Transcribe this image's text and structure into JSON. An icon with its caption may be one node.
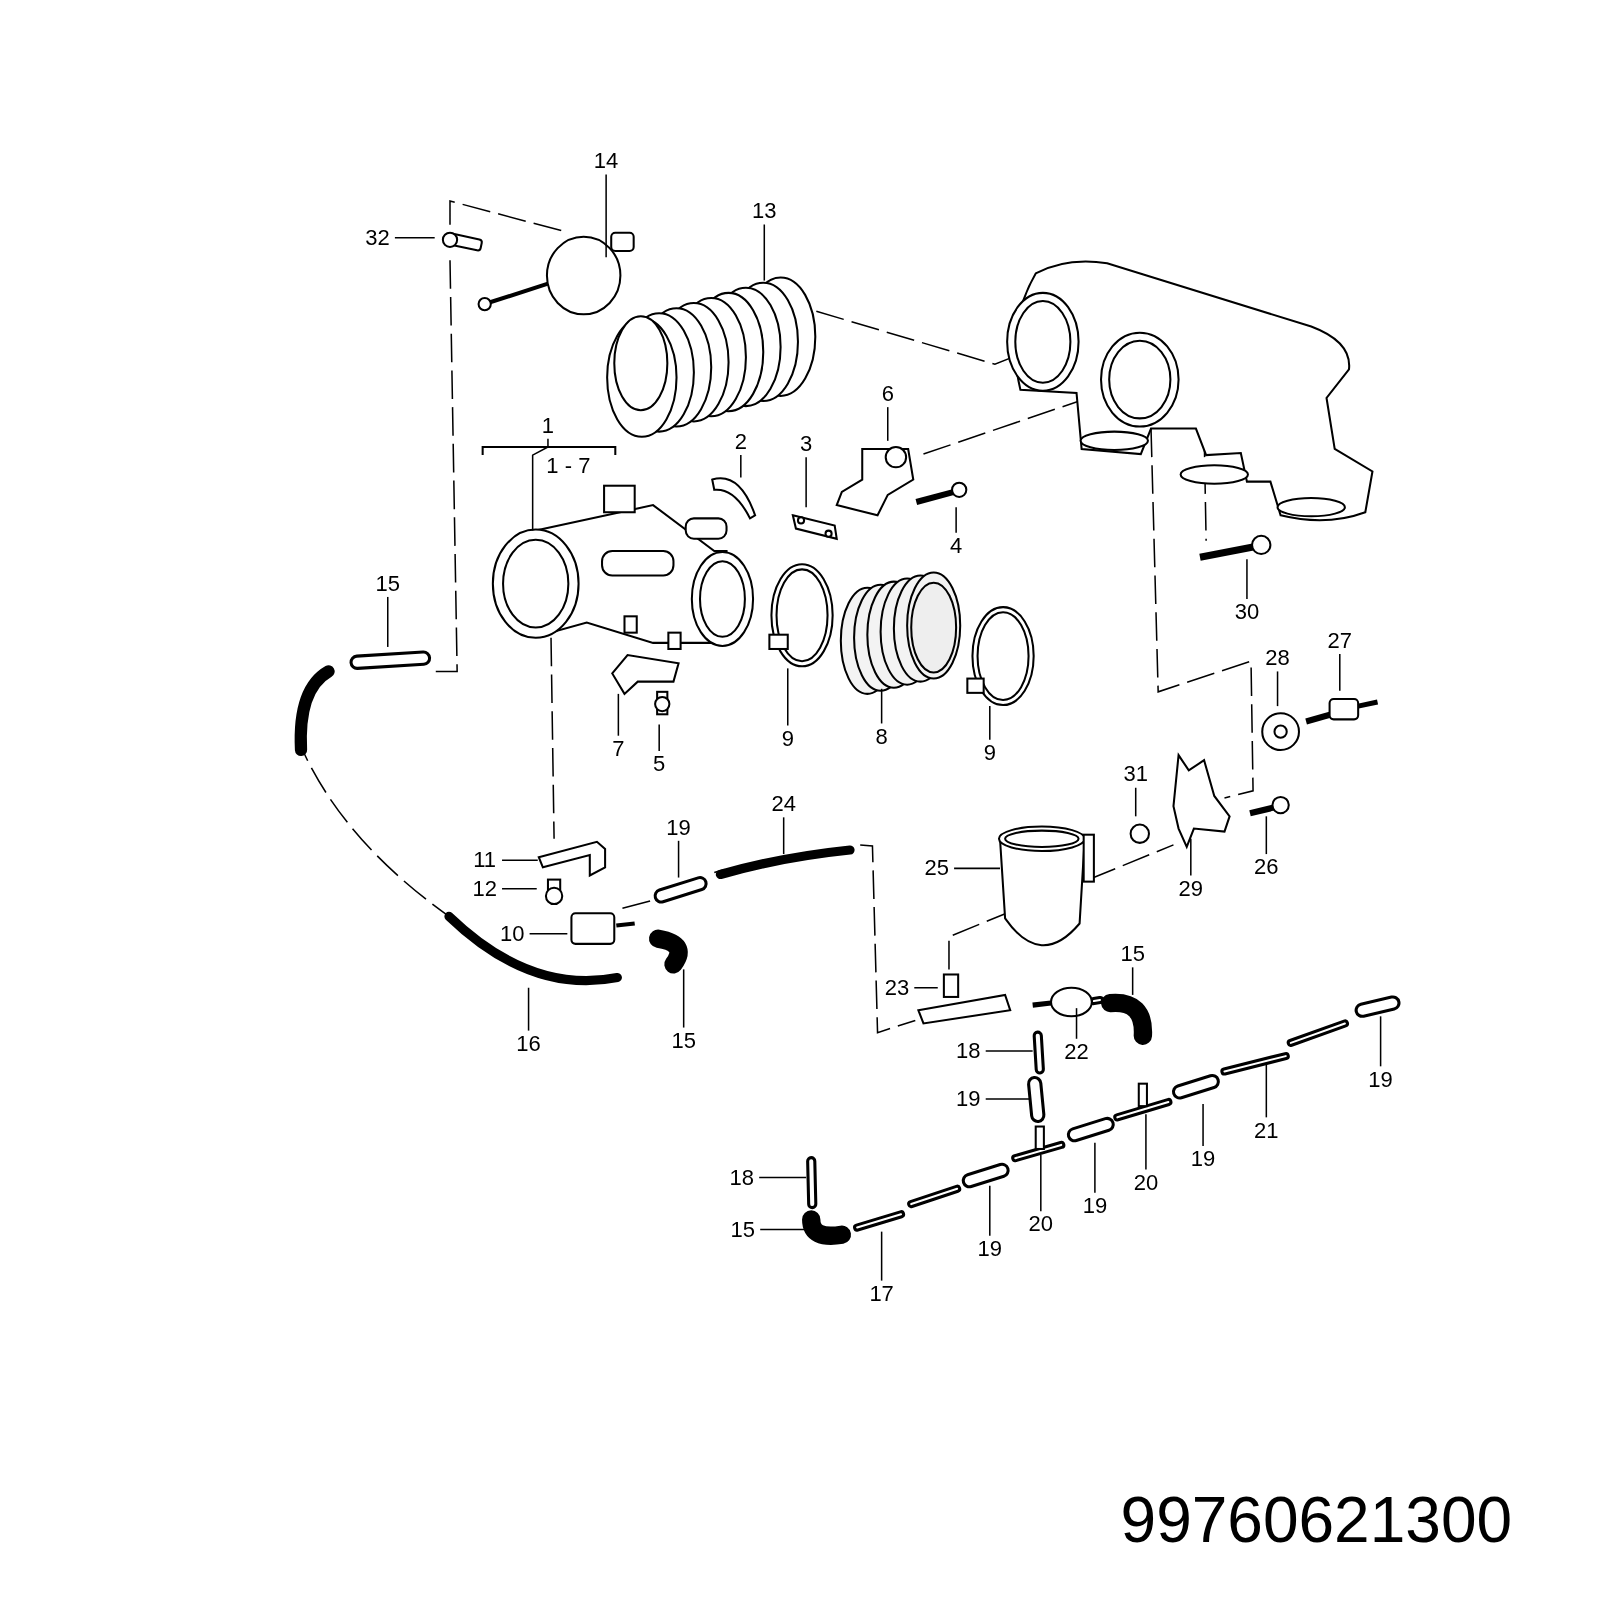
{
  "diagram": {
    "nodes": [
      {
        "text": [
          "14"
        ]
      },
      {
        "text": [
          "32"
        ]
      },
      {
        "text": [
          "13"
        ]
      },
      {
        "text": [
          "6"
        ]
      },
      {
        "text": [
          "1"
        ]
      },
      {
        "text": [
          "2"
        ]
      },
      {
        "text": [
          "3"
        ]
      },
      {
        "text": [
          "4"
        ]
      },
      {
        "text": [
          "15"
        ]
      },
      {
        "text": [
          "30"
        ]
      },
      {
        "text": [
          "27"
        ]
      },
      {
        "text": [
          "28"
        ]
      },
      {
        "text": [
          "9"
        ]
      },
      {
        "text": [
          "8"
        ]
      },
      {
        "text": [
          "9"
        ]
      },
      {
        "text": [
          "7"
        ]
      },
      {
        "text": [
          "5"
        ]
      },
      {
        "text": [
          "31"
        ]
      },
      {
        "text": [
          "24"
        ]
      },
      {
        "text": [
          "19"
        ]
      },
      {
        "text": [
          "11"
        ]
      },
      {
        "text": [
          "25"
        ]
      },
      {
        "text": [
          "26"
        ]
      },
      {
        "text": [
          "12"
        ]
      },
      {
        "text": [
          "29"
        ]
      },
      {
        "text": [
          "10"
        ]
      },
      {
        "text": [
          "15"
        ]
      },
      {
        "text": [
          "23"
        ]
      },
      {
        "text": [
          "16"
        ]
      },
      {
        "text": [
          "15"
        ]
      },
      {
        "text": [
          "18"
        ]
      },
      {
        "text": [
          "22"
        ]
      },
      {
        "text": [
          "19"
        ]
      },
      {
        "text": [
          "19"
        ]
      },
      {
        "text": [
          "21"
        ]
      },
      {
        "text": [
          "18"
        ]
      },
      {
        "text": [
          "20"
        ]
      },
      {
        "text": [
          "19"
        ]
      },
      {
        "text": [
          "15"
        ]
      },
      {
        "text": [
          "20"
        ]
      },
      {
        "text": [
          "19"
        ]
      },
      {
        "text": [
          "19"
        ]
      },
      {
        "text": [
          "17"
        ]
      }
    ],
    "edges": [
      {
        "from": 0,
        "to": null,
        "arrow": "none"
      },
      {
        "from": 1,
        "to": null,
        "arrow": "none"
      },
      {
        "from": 2,
        "to": null,
        "arrow": "none"
      },
      {
        "from": 3,
        "to": null,
        "arrow": "none"
      },
      {
        "from": 4,
        "to": null,
        "arrow": "none"
      },
      {
        "from": 5,
        "to": null,
        "arrow": "none"
      },
      {
        "from": 6,
        "to": null,
        "arrow": "none"
      },
      {
        "from": 7,
        "to": null,
        "arrow": "none"
      },
      {
        "from": 8,
        "to": null,
        "arrow": "none"
      },
      {
        "from": 9,
        "to": null,
        "arrow": "none"
      },
      {
        "from": 10,
        "to": null,
        "arrow": "none"
      },
      {
        "from": 11,
        "to": null,
        "arrow": "none"
      },
      {
        "from": 12,
        "to": null,
        "arrow": "none"
      },
      {
        "from": 13,
        "to": null,
        "arrow": "none"
      },
      {
        "from": 14,
        "to": null,
        "arrow": "none"
      },
      {
        "from": 15,
        "to": null,
        "arrow": "none"
      },
      {
        "from": 16,
        "to": null,
        "arrow": "none"
      },
      {
        "from": 17,
        "to": null,
        "arrow": "none"
      },
      {
        "from": 18,
        "to": null,
        "arrow": "none"
      },
      {
        "from": 19,
        "to": null,
        "arrow": "none"
      },
      {
        "from": 20,
        "to": null,
        "arrow": "none"
      },
      {
        "from": 21,
        "to": null,
        "arrow": "none"
      },
      {
        "from": 22,
        "to": null,
        "arrow": "none"
      },
      {
        "from": 23,
        "to": null,
        "arrow": "none"
      },
      {
        "from": 24,
        "to": null,
        "arrow": "none"
      },
      {
        "from": 25,
        "to": null,
        "arrow": "none"
      },
      {
        "from": 26,
        "to": null,
        "arrow": "none"
      },
      {
        "from": 27,
        "to": null,
        "arrow": "none"
      },
      {
        "from": 28,
        "to": null,
        "arrow": "none"
      },
      {
        "from": 29,
        "to": null,
        "arrow": "none"
      },
      {
        "from": 30,
        "to": null,
        "arrow": "none"
      },
      {
        "from": 31,
        "to": null,
        "arrow": "none"
      },
      {
        "from": 32,
        "to": null,
        "arrow": "none"
      },
      {
        "from": 33,
        "to": null,
        "arrow": "none"
      },
      {
        "from": 34,
        "to": null,
        "arrow": "none"
      },
      {
        "from": 35,
        "to": null,
        "arrow": "none"
      },
      {
        "from": 36,
        "to": null,
        "arrow": "none"
      },
      {
        "from": 37,
        "to": null,
        "arrow": "none"
      },
      {
        "from": 38,
        "to": null,
        "arrow": "none"
      },
      {
        "from": 39,
        "to": null,
        "arrow": "none"
      },
      {
        "from": 40,
        "to": null,
        "arrow": "none"
      },
      {
        "from": 41,
        "to": null,
        "arrow": "none"
      },
      {
        "from": 42,
        "to": null,
        "arrow": "none"
      }
    ],
    "labels": [
      "1 - 7",
      "99760621300"
    ]
  }
}
